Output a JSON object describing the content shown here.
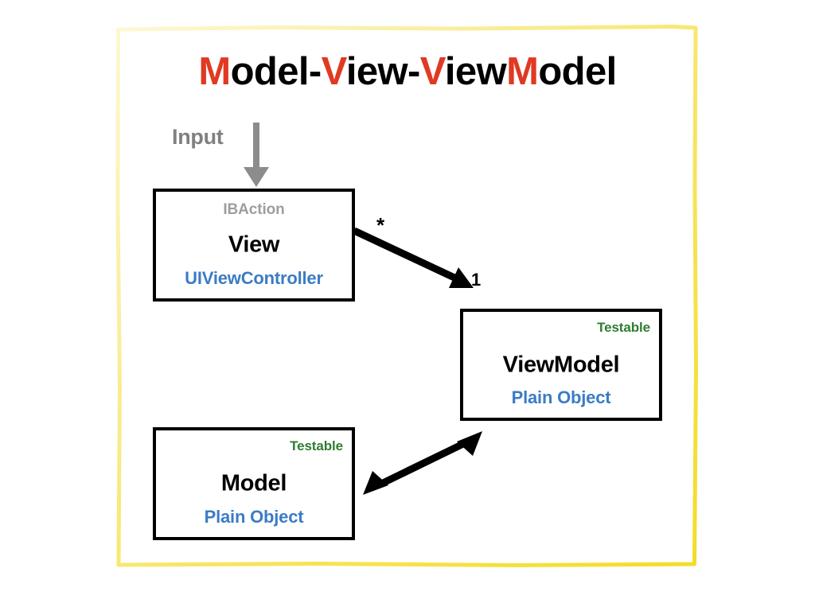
{
  "diagram": {
    "title": {
      "full": "Model-View-ViewModel",
      "segments": [
        {
          "text": "M",
          "color": "#e03a22"
        },
        {
          "text": "odel-",
          "color": "#000000"
        },
        {
          "text": "V",
          "color": "#e03a22"
        },
        {
          "text": "iew-",
          "color": "#000000"
        },
        {
          "text": "V",
          "color": "#e03a22"
        },
        {
          "text": "iew",
          "color": "#000000"
        },
        {
          "text": "M",
          "color": "#e03a22"
        },
        {
          "text": "odel",
          "color": "#000000"
        }
      ]
    },
    "frame": {
      "name": "yellow-hand-drawn-border",
      "color_start": "#fdf5c8",
      "color_end": "#f5e231"
    },
    "input": {
      "label": "Input",
      "color": "#808080",
      "arrow_direction": "down",
      "arrow_target": "View"
    },
    "boxes": [
      {
        "id": "view",
        "tag": "IBAction",
        "tag_color": "#9e9e9e",
        "tag_align": "center",
        "name": "View",
        "subtitle": "UIViewController",
        "subtitle_color": "#3b7cc4"
      },
      {
        "id": "viewmodel",
        "tag": "Testable",
        "tag_color": "#2e7d32",
        "tag_align": "right",
        "name": "ViewModel",
        "subtitle": "Plain Object",
        "subtitle_color": "#3b7cc4"
      },
      {
        "id": "model",
        "tag": "Testable",
        "tag_color": "#2e7d32",
        "tag_align": "right",
        "name": "Model",
        "subtitle": "Plain Object",
        "subtitle_color": "#3b7cc4"
      }
    ],
    "connectors": [
      {
        "id": "view-to-viewmodel",
        "from": "View",
        "to": "ViewModel",
        "style": "single-headed",
        "source_multiplicity": "*",
        "target_multiplicity": "1"
      },
      {
        "id": "model-viewmodel",
        "from": "Model",
        "to": "ViewModel",
        "style": "double-headed",
        "source_multiplicity": "",
        "target_multiplicity": ""
      }
    ]
  }
}
